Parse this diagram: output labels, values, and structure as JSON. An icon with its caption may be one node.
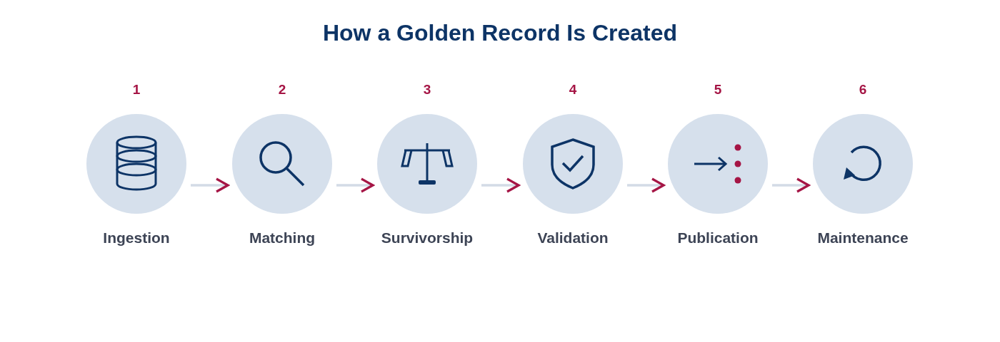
{
  "diagram": {
    "title": "How a Golden Record Is Created",
    "nodes": [
      {
        "text": [
          "1",
          "Ingestion"
        ]
      },
      {
        "text": [
          "2",
          "Matching"
        ]
      },
      {
        "text": [
          "3",
          "Survivorship"
        ]
      },
      {
        "text": [
          "4",
          "Validation"
        ]
      },
      {
        "text": [
          "5",
          "Publication"
        ]
      },
      {
        "text": [
          "6",
          "Maintenance"
        ]
      }
    ],
    "edges": [
      {
        "from": 0,
        "to": 1,
        "arrow": "to"
      },
      {
        "from": 1,
        "to": 2,
        "arrow": "to"
      },
      {
        "from": 2,
        "to": 3,
        "arrow": "to"
      },
      {
        "from": 3,
        "to": 4,
        "arrow": "to"
      },
      {
        "from": 4,
        "to": 5,
        "arrow": "to"
      }
    ]
  }
}
